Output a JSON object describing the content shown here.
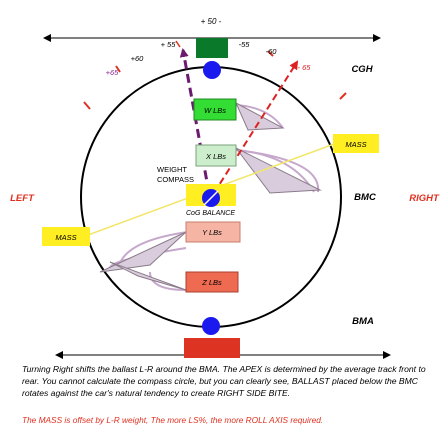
{
  "top_angle": "+ 50 -",
  "angles": {
    "p55": "+ 55",
    "m55": "-55",
    "p60": "+60",
    "m60": "-60",
    "p65": "+65",
    "m65": "- 65"
  },
  "labels": {
    "cgh": "CGH",
    "bmc": "BMC",
    "bma": "BMA",
    "left": "LEFT",
    "right": "RIGHT",
    "weight": "WEIGHT",
    "compass": "COMPASS",
    "cog": "CoG BALANCE",
    "mass_left": "MASS",
    "mass_right": "MASS",
    "w_lbs": "W LBs",
    "x_lbs": "X LBs",
    "y_lbs": "Y LBs",
    "z_lbs": "Z LBs"
  },
  "caption": "Turning Right shifts the ballast L-R around the BMA. The APEX is determined by the average track front to rear. You cannot calculate the compass circle, but you can clearly see, BALLAST placed below the BMC rotates against the car's natural tendency to create RIGHT SIDE BITE.",
  "note": "The MASS is offset by L-R weight, The more LS%, the more ROLL AXIS required.",
  "colors": {
    "green": "#0a7a2a",
    "light_green": "#33dd33",
    "pale_green": "#cdeecd",
    "blue": "#1a1aee",
    "yellow": "#ffee22",
    "salmon": "#f6b4a4",
    "orange": "#ee6a50",
    "red": "#dd3322",
    "purple": "#6b1a70",
    "red_text": "#e03020",
    "violet_text": "#8a2a8a"
  }
}
